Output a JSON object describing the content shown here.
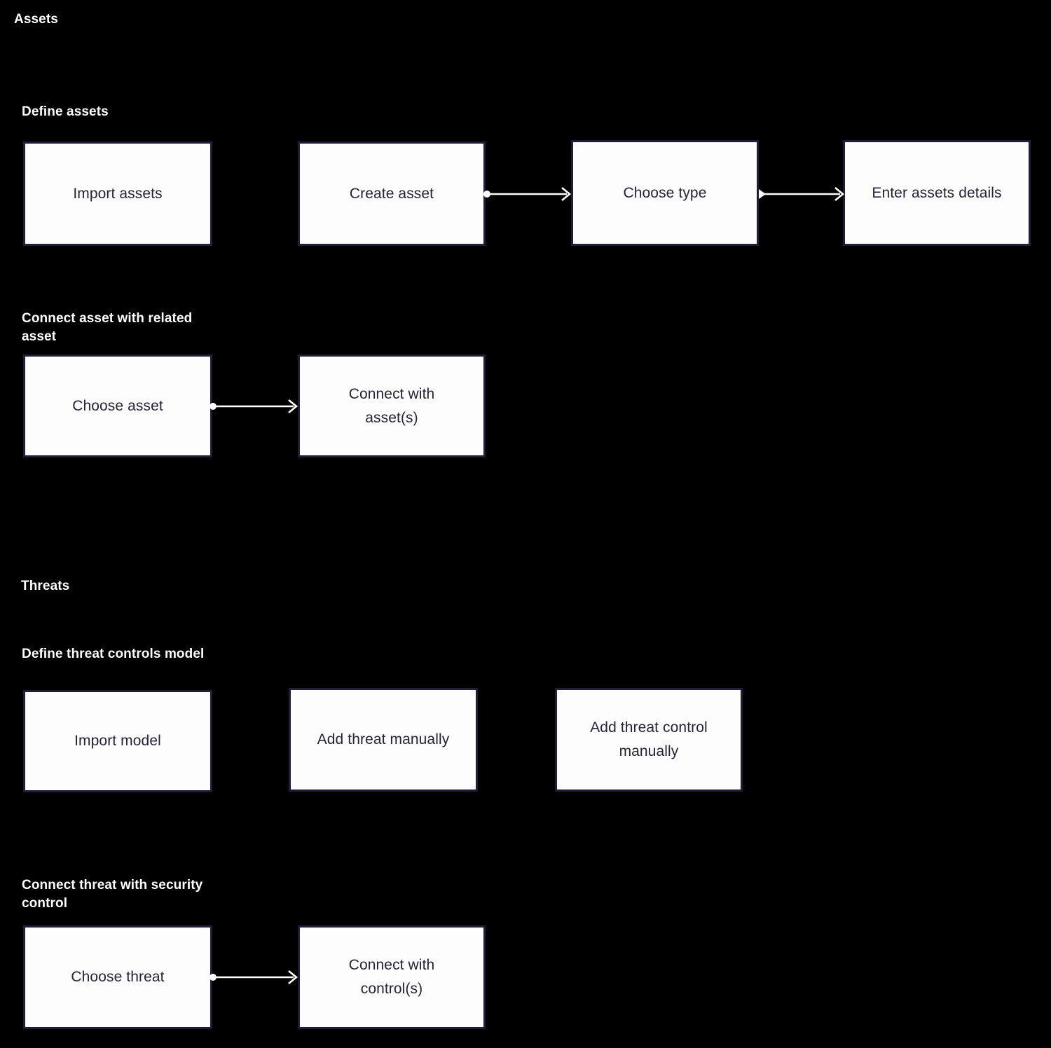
{
  "page": {
    "background_color": "#000000",
    "node_fill": "#fdfdfd",
    "node_border_color": "#221c36",
    "node_text_color": "#252338",
    "heading_color": "#ffffff",
    "connector_color": "#ffffff"
  },
  "sections": [
    {
      "id": "assets",
      "title": "Assets",
      "groups": [
        {
          "id": "define-assets",
          "title": "Define assets",
          "nodes": [
            {
              "id": "import-assets",
              "label": "Import assets"
            },
            {
              "id": "create-asset",
              "label": "Create asset"
            },
            {
              "id": "choose-type",
              "label": "Choose type"
            },
            {
              "id": "enter-assets-details",
              "label": "Enter assets details"
            }
          ],
          "connectors": [
            {
              "from": "create-asset",
              "to": "choose-type",
              "start_marker": "dot",
              "end_marker": "chevron"
            },
            {
              "from": "choose-type",
              "to": "enter-assets-details",
              "start_marker": "triangle",
              "end_marker": "chevron"
            }
          ]
        },
        {
          "id": "connect-asset-with-related-asset",
          "title": "Connect asset with related\nasset",
          "nodes": [
            {
              "id": "choose-asset",
              "label": "Choose asset"
            },
            {
              "id": "connect-with-assets",
              "label": "Connect with\nasset(s)"
            }
          ],
          "connectors": [
            {
              "from": "choose-asset",
              "to": "connect-with-assets",
              "start_marker": "dot",
              "end_marker": "chevron"
            }
          ]
        }
      ]
    },
    {
      "id": "threats",
      "title": "Threats",
      "groups": [
        {
          "id": "define-threat-controls-model",
          "title": "Define threat controls model",
          "nodes": [
            {
              "id": "import-model",
              "label": "Import model"
            },
            {
              "id": "add-threat-manually",
              "label": "Add threat manually"
            },
            {
              "id": "add-threat-control-manually",
              "label": "Add threat control\nmanually"
            }
          ],
          "connectors": []
        },
        {
          "id": "connect-threat-with-security-control",
          "title": "Connect threat with security\ncontrol",
          "nodes": [
            {
              "id": "choose-threat",
              "label": "Choose threat"
            },
            {
              "id": "connect-with-controls",
              "label": "Connect with\ncontrol(s)"
            }
          ],
          "connectors": [
            {
              "from": "choose-threat",
              "to": "connect-with-controls",
              "start_marker": "dot",
              "end_marker": "chevron"
            }
          ]
        }
      ]
    }
  ]
}
